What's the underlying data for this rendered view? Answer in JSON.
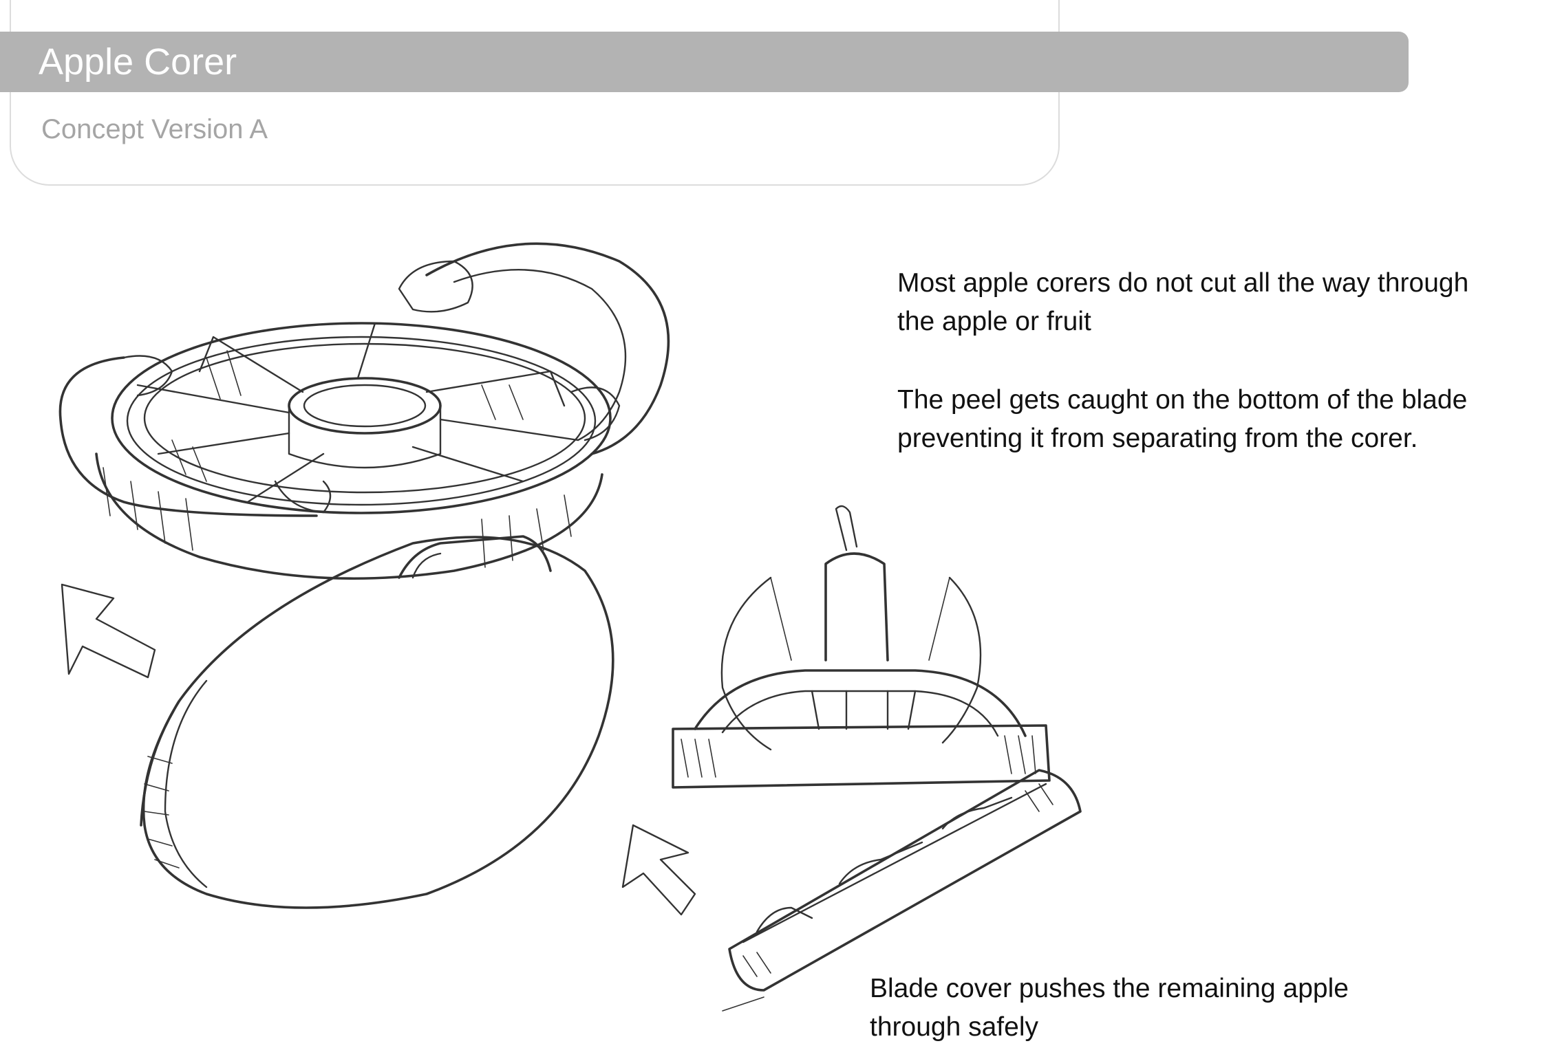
{
  "header": {
    "title": "Apple Corer",
    "subtitle": "Concept Version A"
  },
  "notes": {
    "problem": "Most apple corers do not cut all the way through\nthe apple or fruit",
    "cause": "The peel gets caught on the bottom of the blade\npreventing it from separating from the corer.",
    "solution": "Blade cover pushes the remaining apple\nthrough safely"
  },
  "colors": {
    "title_bar": "#b3b3b3",
    "title_text": "#ffffff",
    "subtitle_text": "#a5a5a5",
    "body_text": "#111111",
    "sketch_line": "#333333"
  }
}
